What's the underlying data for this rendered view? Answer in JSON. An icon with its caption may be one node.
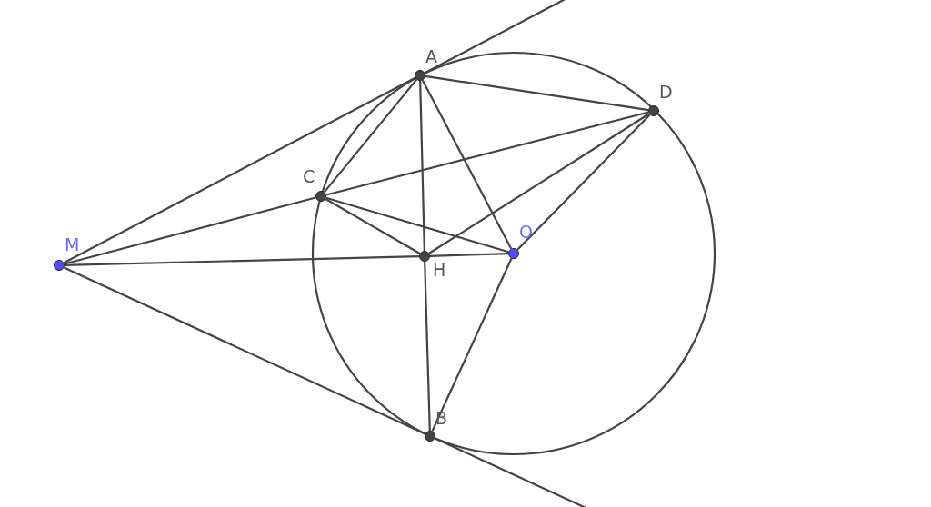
{
  "diagram": {
    "nodes": [
      {
        "text": [],
        "shape": "circle",
        "beside": [
          "A"
        ]
      },
      {
        "text": [],
        "shape": "circle",
        "beside": [
          "D"
        ]
      },
      {
        "text": [],
        "shape": "circle",
        "beside": [
          "C"
        ]
      },
      {
        "text": [],
        "shape": "circle",
        "beside": [
          "M"
        ]
      },
      {
        "text": [],
        "shape": "circle",
        "beside": [
          "H"
        ]
      },
      {
        "text": [],
        "shape": "circle",
        "beside": [
          "O"
        ]
      },
      {
        "text": [],
        "shape": "circle",
        "beside": [
          "B"
        ]
      }
    ],
    "edges": [
      {
        "from": 3,
        "to": 0,
        "arrow": "none"
      },
      {
        "from": 3,
        "to": 2,
        "arrow": "none"
      },
      {
        "from": 3,
        "to": 4,
        "arrow": "none"
      },
      {
        "from": 3,
        "to": 6,
        "arrow": "none"
      },
      {
        "from": 0,
        "to": 1,
        "arrow": "none"
      },
      {
        "from": 0,
        "to": 2,
        "arrow": "none"
      },
      {
        "from": 0,
        "to": 4,
        "arrow": "none"
      },
      {
        "from": 0,
        "to": 5,
        "arrow": "none"
      },
      {
        "from": 2,
        "to": 1,
        "arrow": "none"
      },
      {
        "from": 2,
        "to": 4,
        "arrow": "none"
      },
      {
        "from": 2,
        "to": 5,
        "arrow": "none"
      },
      {
        "from": 4,
        "to": 1,
        "arrow": "none"
      },
      {
        "from": 4,
        "to": 5,
        "arrow": "none"
      },
      {
        "from": 5,
        "to": 1,
        "arrow": "none"
      },
      {
        "from": 4,
        "to": 6,
        "arrow": "none"
      },
      {
        "from": 5,
        "to": 6,
        "arrow": "none"
      }
    ]
  }
}
